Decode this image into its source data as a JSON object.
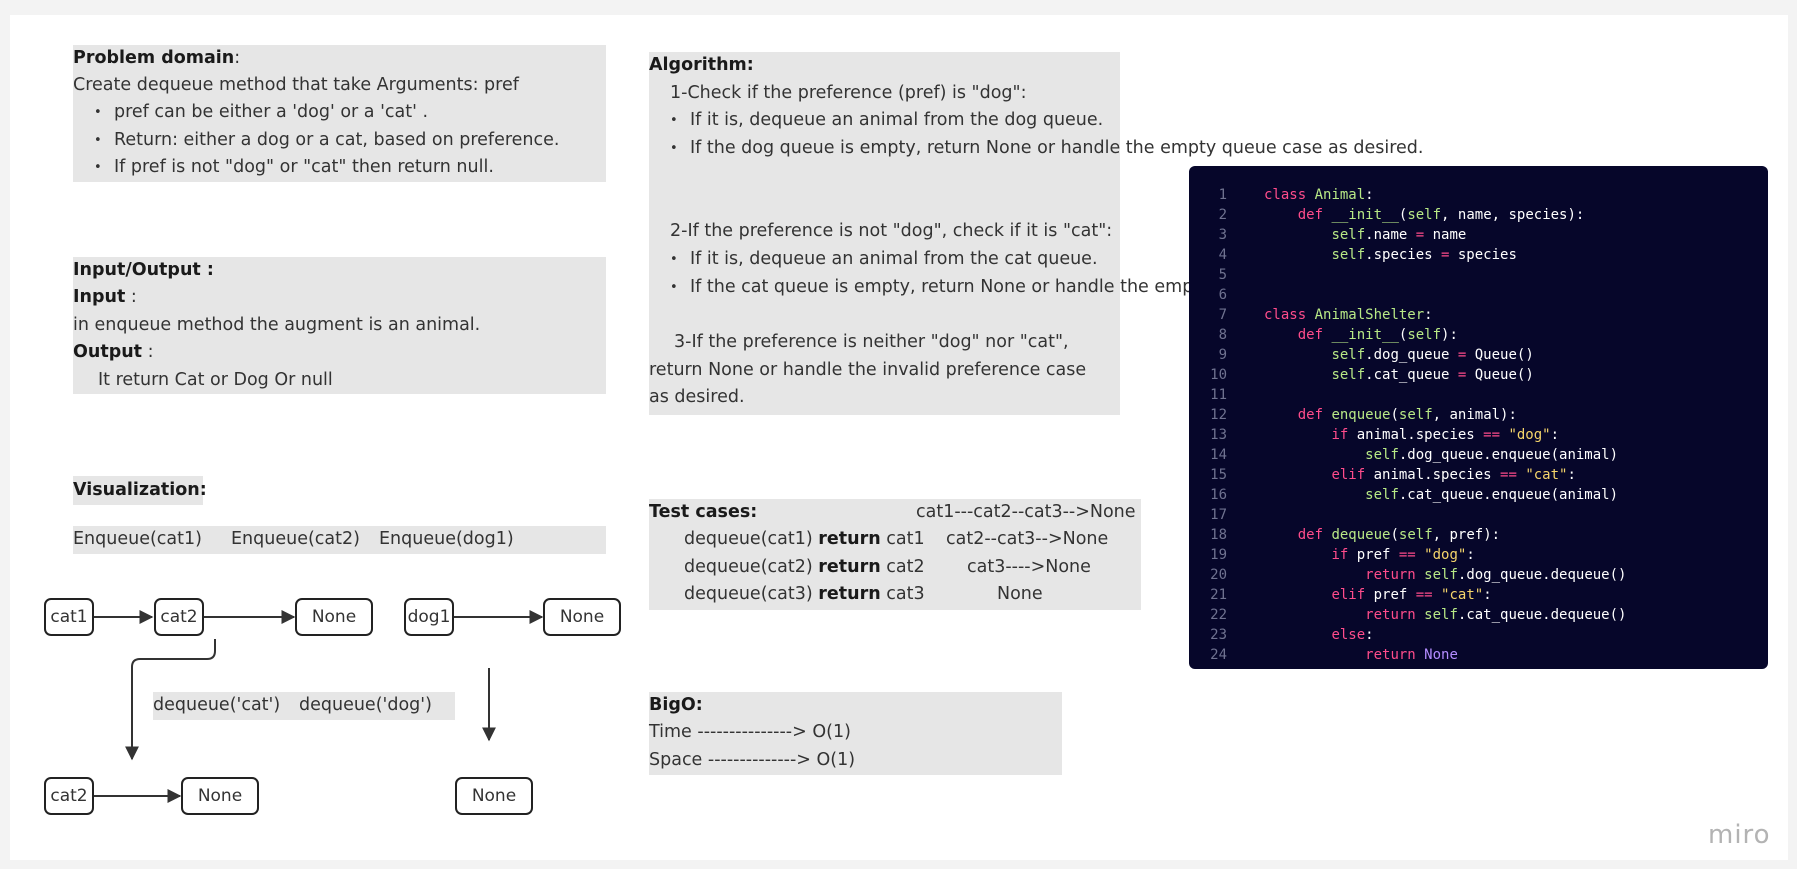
{
  "problem_domain": {
    "heading": "Problem domain",
    "heading_suffix": ":",
    "intro": "Create dequeue method that take Arguments: pref",
    "bullets": [
      "pref can be either a 'dog' or a 'cat' .",
      "Return: either a dog or a cat, based on preference.",
      "If pref is not \"dog\" or \"cat\" then return null."
    ]
  },
  "io": {
    "heading": "Input/Output :",
    "input_label": "Input",
    "input_suffix": " :",
    "input_text": "in enqueue method the augment  is an animal.",
    "output_label": "Output",
    "output_suffix": " :",
    "output_text": "It return Cat or Dog Or null"
  },
  "visualization": {
    "heading": "Visualization:",
    "enqueue_labels": [
      "Enqueue(cat1)",
      "Enqueue(cat2)",
      "Enqueue(dog1)"
    ],
    "dequeue_labels": [
      "dequeue('cat')",
      "dequeue('dog')"
    ],
    "nodes": {
      "cat1": "cat1",
      "cat2_top": "cat2",
      "none_cat": "None",
      "dog1": "dog1",
      "none_dog": "None",
      "cat2_bottom": "cat2",
      "none_after_cat": "None",
      "none_after_dog": "None"
    }
  },
  "algorithm": {
    "heading": "Algorithm:",
    "step1": "1-Check if the preference (pref) is \"dog\":",
    "step1_bullets": [
      "If it is, dequeue an animal from the dog queue.",
      "If the dog queue is empty, return None or handle the empty queue case as desired."
    ],
    "step2": "2-If the preference is not \"dog\", check if it is \"cat\":",
    "step2_bullets": [
      "If it is, dequeue an animal from the cat queue.",
      "If the cat queue is empty, return None or handle the empty queue case as desired."
    ],
    "step3": "3-If the preference is neither \"dog\" nor \"cat\", return None or handle the invalid preference case as desired."
  },
  "test_cases": {
    "heading": "Test cases:",
    "initial_state": "cat1---cat2--cat3-->None",
    "rows": [
      {
        "call": "dequeue(cat1) ",
        "keyword": "return",
        "value": " cat1",
        "state": "cat2--cat3-->None"
      },
      {
        "call": "dequeue(cat2) ",
        "keyword": "return",
        "value": " cat2",
        "state": "cat3---->None"
      },
      {
        "call": "dequeue(cat3) ",
        "keyword": "return",
        "value": " cat3",
        "state": "None"
      }
    ]
  },
  "bigo": {
    "heading": "BigO:",
    "time": "Time --------------->  O(1)",
    "space": "Space --------------> O(1)"
  },
  "code": {
    "line_numbers": [
      "1",
      "2",
      "3",
      "4",
      "5",
      "6",
      "7",
      "8",
      "9",
      "10",
      "11",
      "12",
      "13",
      "14",
      "15",
      "16",
      "17",
      "18",
      "19",
      "20",
      "21",
      "22",
      "23",
      "24"
    ]
  },
  "logo": "miro",
  "colors": {
    "panel": "#e6e6e6",
    "code_bg": "#06062a",
    "keyword": "#ff4c8b",
    "identifier": "#b8e986",
    "string": "#f5d56b",
    "constant": "#b38cff"
  }
}
